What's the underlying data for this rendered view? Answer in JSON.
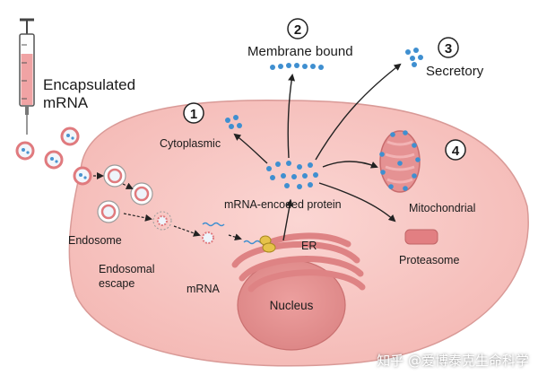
{
  "labels": {
    "encapsulated_line1": "Encapsulated",
    "encapsulated_line2": "mRNA",
    "endosome": "Endosome",
    "endosomal_line1": "Endosomal",
    "endosomal_line2": "escape",
    "mrna": "mRNA",
    "er": "ER",
    "nucleus": "Nucleus",
    "mrna_protein": "mRNA-encoded protein",
    "cytoplasmic": "Cytoplasmic",
    "membrane_bound": "Membrane bound",
    "secretory": "Secretory",
    "mitochondrial": "Mitochondrial",
    "proteasome": "Proteasome"
  },
  "steps": [
    "1",
    "2",
    "3",
    "4"
  ],
  "watermark": "知乎 @爱博泰克生命科学",
  "colors": {
    "cell": "#f7c6c3",
    "cell_stroke": "#d99a97",
    "nucleus": "#e59493",
    "er": "#e28a8a",
    "protein": "#3f8fd0",
    "mitochondrion": "#e3898c",
    "proteasome": "#e27f82",
    "arrow": "#222222"
  }
}
